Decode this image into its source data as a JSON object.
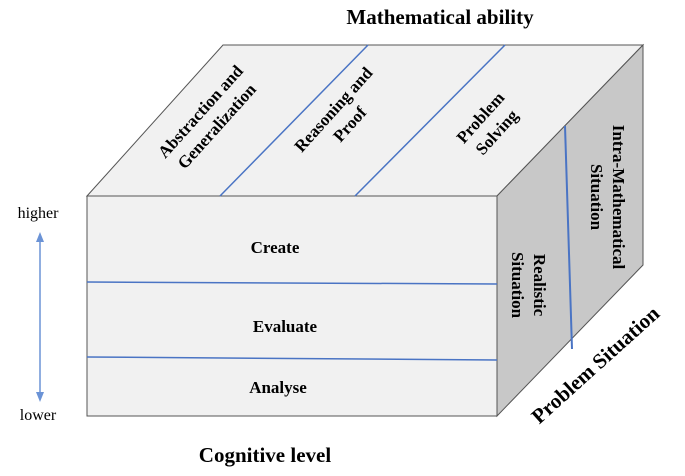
{
  "titles": {
    "top": "Mathematical ability",
    "bottom": "Cognitive level",
    "side": "Problem Situation"
  },
  "scale": {
    "higher": "higher",
    "lower": "lower"
  },
  "front_levels": [
    "Create",
    "Evaluate",
    "Analyse"
  ],
  "top_abilities": [
    [
      "Abstraction and",
      "Generalization"
    ],
    [
      "Reasoning and",
      "Proof"
    ],
    [
      "Problem",
      "Solving"
    ]
  ],
  "side_situations": [
    [
      "Realistic",
      "Situation"
    ],
    [
      "Intra-Mathematical",
      "Situation"
    ]
  ],
  "colors": {
    "face_light": "#f1f1f1",
    "face_side": "#c8c8c8",
    "edge": "#555555",
    "divider": "#4a74c4",
    "arrow": "#6b93d6",
    "text": "#000000"
  }
}
